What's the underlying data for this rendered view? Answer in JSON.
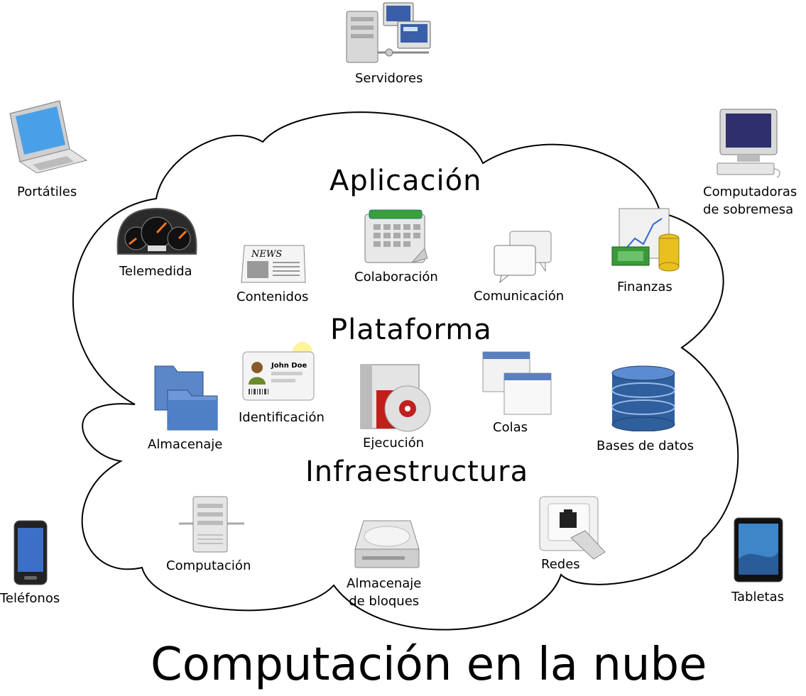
{
  "title": "Computación en la nube",
  "layers": {
    "application": "Aplicación",
    "platform": "Plataforma",
    "infrastructure": "Infraestructura"
  },
  "outer_devices": {
    "servers": "Servidores",
    "laptops": "Portátiles",
    "desktops_line1": "Computadoras",
    "desktops_line2": "de sobremesa",
    "phones": "Teléfonos",
    "tablets": "Tabletas"
  },
  "application_items": {
    "monitoring": "Telemedida",
    "content": "Contenidos",
    "collaboration": "Colaboración",
    "communication": "Comunicación",
    "finance": "Finanzas"
  },
  "platform_items": {
    "storage": "Almacenaje",
    "identity": "Identificación",
    "identity_card_name": "John Doe",
    "runtime": "Ejecución",
    "queues": "Colas",
    "databases": "Bases de datos"
  },
  "infrastructure_items": {
    "compute": "Computación",
    "block_storage_line1": "Almacenaje",
    "block_storage_line2": "de bloques",
    "network": "Redes"
  },
  "news_masthead": "NEWS"
}
